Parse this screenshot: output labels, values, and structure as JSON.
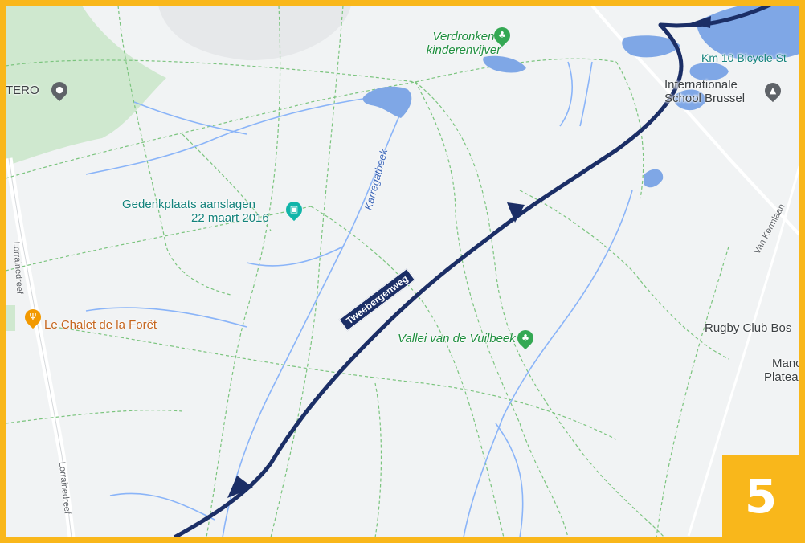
{
  "map": {
    "places": {
      "tero": "TERO",
      "verdronken": "Verdronken\nkinderenvijver",
      "km10": "Km 10 Bicycle St",
      "school": "Internationale\nSchool Brussel",
      "gedenkplaats_1": "Gedenkplaats aanslagen",
      "gedenkplaats_2": "22 maart 2016",
      "chalet": "Le Chalet de la Forêt",
      "vallei": "Vallei van de Vuilbeek",
      "rugby": "Rugby Club Bos",
      "mano_1": "Manc",
      "mano_2": "Platea"
    },
    "roads": {
      "lorraine_top": "Lorrainedreef",
      "lorraine_bottom": "Lorrainedreef",
      "van_kermlaan": "Van Kermlaan"
    },
    "water": {
      "karregatbeek": "Karregatbeek"
    },
    "route": {
      "label": "Tweebergenweg",
      "color": "#1b2e66"
    },
    "step": "5",
    "colors": {
      "frame": "#f9b71b",
      "background": "#f1f3f4",
      "water": "#7fa7e6",
      "park": "#cfe8cf",
      "trail": "#7bc47e"
    },
    "icons": {
      "tero": "map-pin-icon",
      "verdronken": "tree-pin-icon",
      "school": "school-pin-icon",
      "gedenkplaats": "monument-pin-icon",
      "chalet": "restaurant-pin-icon",
      "vallei": "tree-pin-icon"
    }
  }
}
